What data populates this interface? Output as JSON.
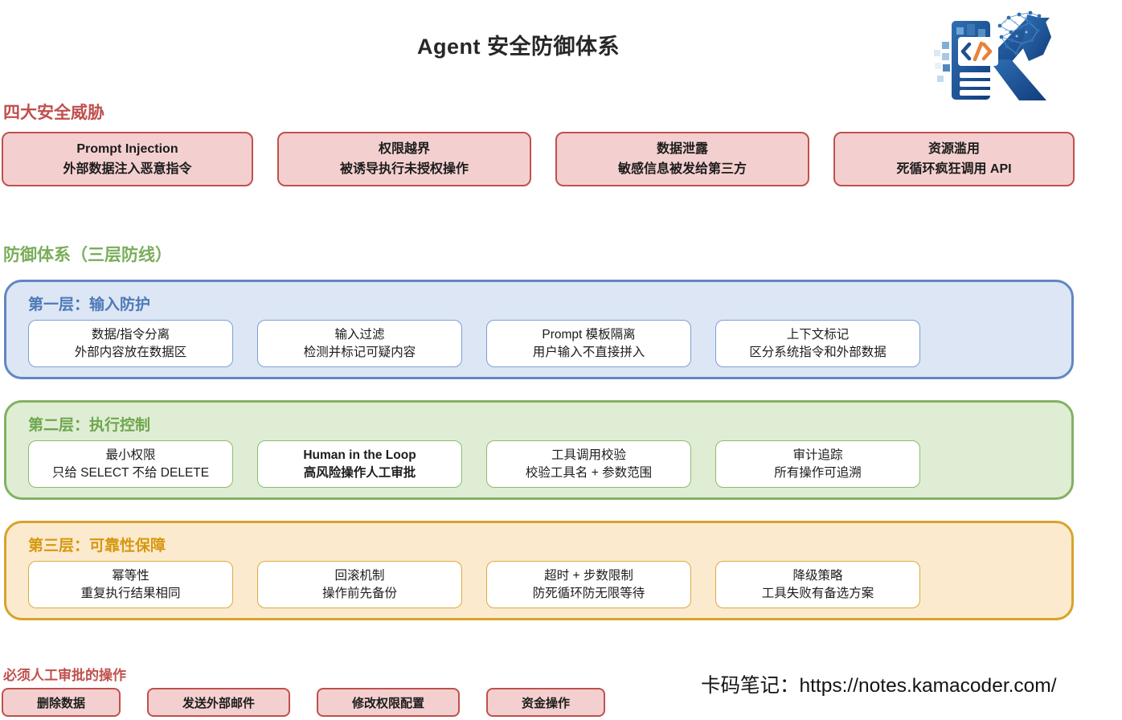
{
  "title": "Agent 安全防御体系",
  "logo": {
    "name": "kamacoder-logo",
    "code_glyph": "</>"
  },
  "threats": {
    "heading": "四大安全威胁",
    "items": [
      {
        "title": "Prompt Injection",
        "desc": "外部数据注入恶意指令"
      },
      {
        "title": "权限越界",
        "desc": "被诱导执行未授权操作"
      },
      {
        "title": "数据泄露",
        "desc": "敏感信息被发给第三方"
      },
      {
        "title": "资源滥用",
        "desc": "死循环疯狂调用 API"
      }
    ]
  },
  "defense": {
    "heading": "防御体系（三层防线）",
    "layers": [
      {
        "title": "第一层：输入防护",
        "items": [
          {
            "title": "数据/指令分离",
            "desc": "外部内容放在数据区"
          },
          {
            "title": "输入过滤",
            "desc": "检测并标记可疑内容"
          },
          {
            "title": "Prompt 模板隔离",
            "desc": "用户输入不直接拼入"
          },
          {
            "title": "上下文标记",
            "desc": "区分系统指令和外部数据"
          }
        ]
      },
      {
        "title": "第二层：执行控制",
        "items": [
          {
            "title": "最小权限",
            "desc": "只给 SELECT 不给 DELETE"
          },
          {
            "title": "Human in the Loop",
            "desc": "高风险操作人工审批"
          },
          {
            "title": "工具调用校验",
            "desc": "校验工具名 + 参数范围"
          },
          {
            "title": "审计追踪",
            "desc": "所有操作可追溯"
          }
        ]
      },
      {
        "title": "第三层：可靠性保障",
        "items": [
          {
            "title": "幂等性",
            "desc": "重复执行结果相同"
          },
          {
            "title": "回滚机制",
            "desc": "操作前先备份"
          },
          {
            "title": "超时 + 步数限制",
            "desc": "防死循环防无限等待"
          },
          {
            "title": "降级策略",
            "desc": "工具失败有备选方案"
          }
        ]
      }
    ]
  },
  "approval": {
    "heading": "必须人工审批的操作",
    "items": [
      "删除数据",
      "发送外部邮件",
      "修改权限配置",
      "资金操作"
    ]
  },
  "footer": {
    "note": "卡码笔记：https://notes.kamacoder.com/"
  },
  "colors": {
    "threat_accent": "#c0504d",
    "threat_fill": "#f3d0cf",
    "layer1_border": "#6187c1",
    "layer1_fill": "#dce6f5",
    "layer1_title": "#4d79b8",
    "layer2_border": "#82b163",
    "layer2_fill": "#e0edd5",
    "layer2_title": "#6fa74e",
    "layer3_border": "#d8a32c",
    "layer3_fill": "#fceacf",
    "layer3_title": "#d6980f",
    "defense_heading": "#7bad5b",
    "logo_blue": "#1d4f91",
    "logo_orange": "#e8823c"
  }
}
